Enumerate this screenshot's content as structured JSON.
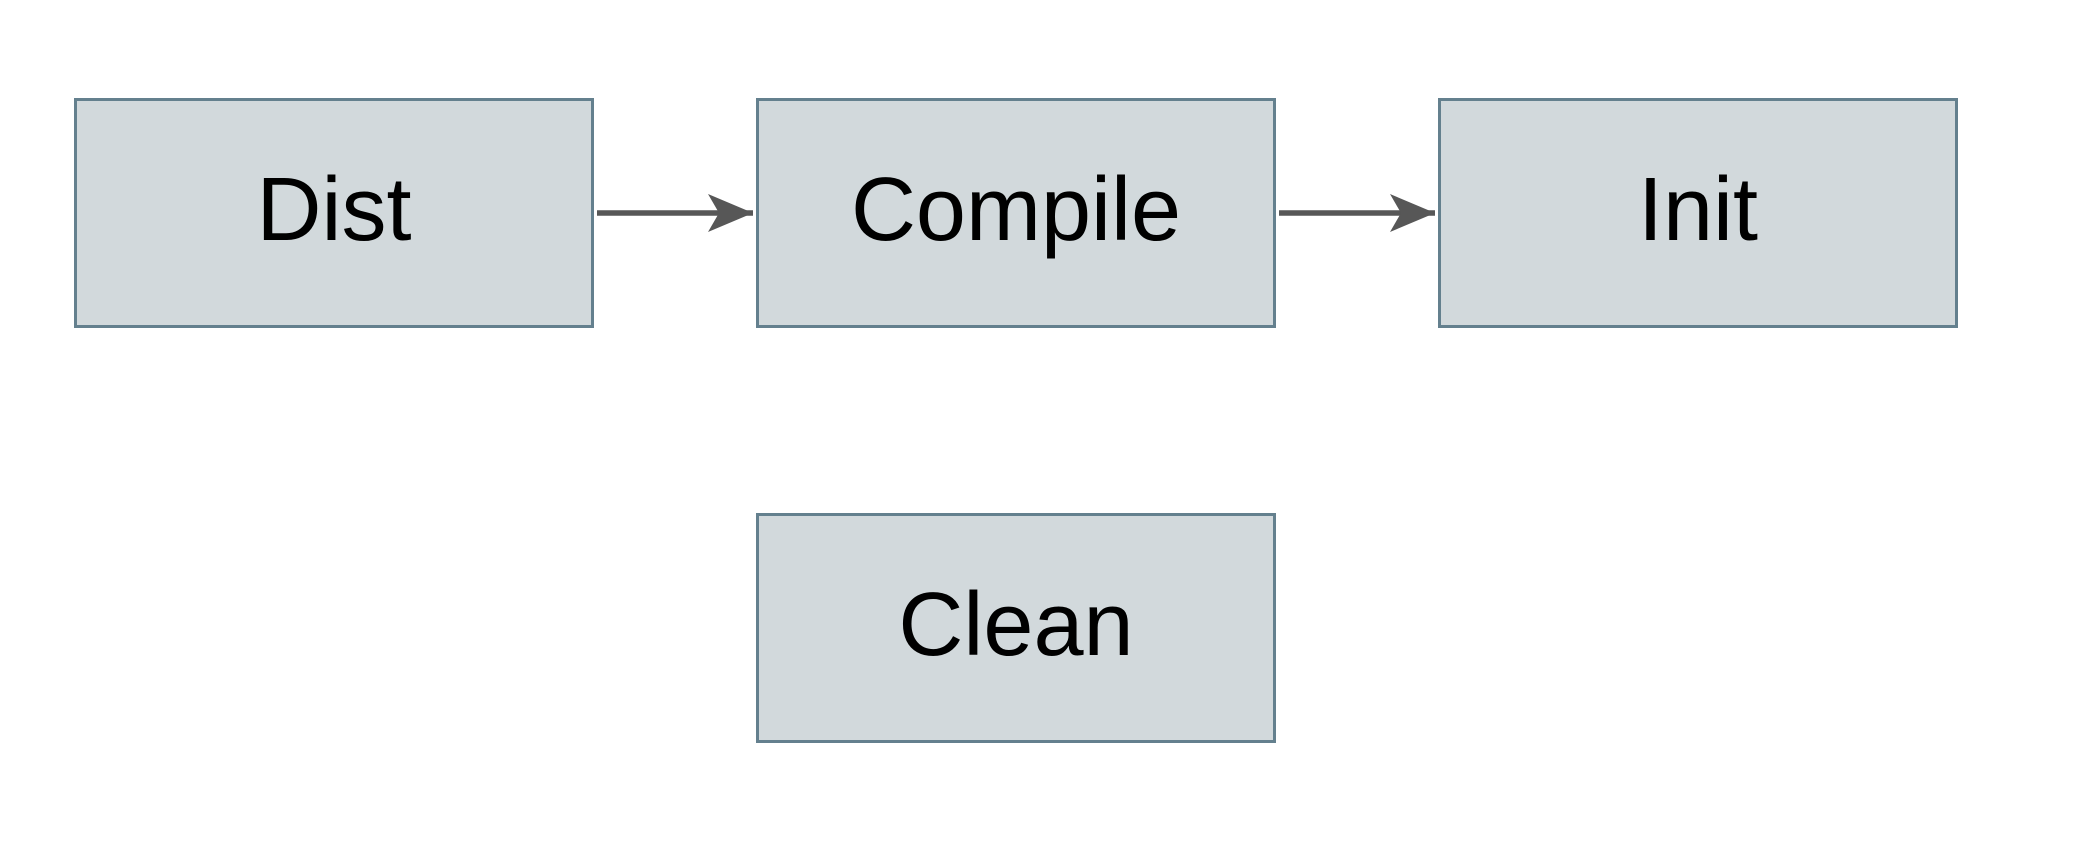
{
  "diagram": {
    "nodes": [
      {
        "id": "dist",
        "label": "Dist"
      },
      {
        "id": "compile",
        "label": "Compile"
      },
      {
        "id": "init",
        "label": "Init"
      },
      {
        "id": "clean",
        "label": "Clean"
      }
    ],
    "edges": [
      {
        "from": "Dist",
        "to": "Compile"
      },
      {
        "from": "Compile",
        "to": "Init"
      }
    ]
  },
  "colors": {
    "background": "#ffffff",
    "node_fill": "#d2d9dc",
    "node_border": "#64808e",
    "arrow": "#575757",
    "text": "#000000"
  }
}
